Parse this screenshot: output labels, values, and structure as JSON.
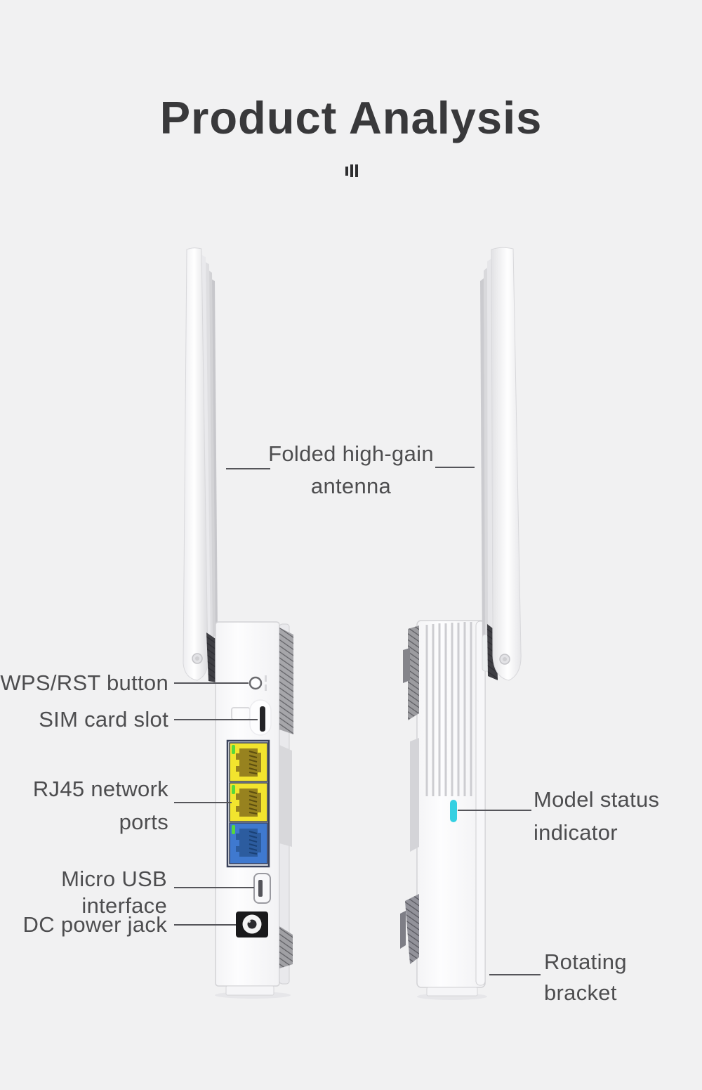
{
  "title": "Product Analysis",
  "decoration": {
    "title_mark_icon": "three-vertical-bars"
  },
  "annotations": {
    "antenna": {
      "line1": "Folded high-gain",
      "line2": "antenna"
    },
    "wps": {
      "text": "WPS/RST button"
    },
    "sim": {
      "text": "SIM card slot"
    },
    "rj45": {
      "line1": "RJ45 network",
      "line2": "ports"
    },
    "usb": {
      "line1": "Micro USB",
      "line2": "interface"
    },
    "dc": {
      "text": "DC power jack"
    },
    "model": {
      "line1": "Model status",
      "line2": "indicator"
    },
    "bracket": {
      "line1": "Rotating",
      "line2": "bracket"
    }
  },
  "colors": {
    "background": "#f1f1f2",
    "title_text": "#39393b",
    "label_text": "#4d4d4f",
    "leader_line": "#55555a",
    "router_white": "#fcfcfd",
    "port_yellow": "#f2e42e",
    "port_blue": "#3f79cf",
    "rj45_jack_yellow": "#97821f",
    "rj45_jack_blue": "#2c5c9f",
    "led_green": "#56d83d",
    "led_cyan": "#35d0e2",
    "dc_jack": "#19191b"
  }
}
